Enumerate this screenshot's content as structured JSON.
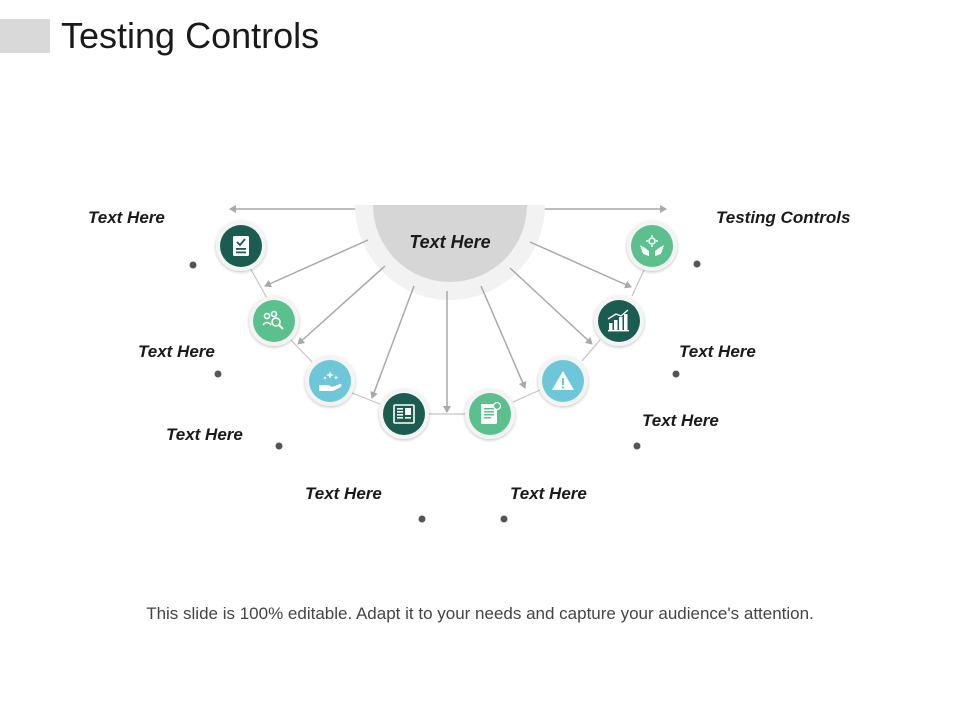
{
  "title": "Testing Controls",
  "center_label": "Text Here",
  "labels": {
    "left_1": "Text Here",
    "left_2": "Text Here",
    "left_3": "Text Here",
    "left_4": "Text Here",
    "right_1": "Testing Controls",
    "right_2": "Text Here",
    "right_3": "Text Here",
    "right_4": "Text Here"
  },
  "footer": "This slide is 100% editable. Adapt it to your needs and capture your audience's attention.",
  "nodes": [
    {
      "name": "checklist-icon",
      "color": "#1a5c50"
    },
    {
      "name": "people-search-icon",
      "color": "#5cc08e"
    },
    {
      "name": "hand-sparkle-icon",
      "color": "#6dc7d8"
    },
    {
      "name": "document-list-icon",
      "color": "#1a5c50"
    },
    {
      "name": "document-check-icon",
      "color": "#5cc08e"
    },
    {
      "name": "warning-icon",
      "color": "#6dc7d8"
    },
    {
      "name": "growth-chart-icon",
      "color": "#1a5c50"
    },
    {
      "name": "hands-gear-icon",
      "color": "#5cc08e"
    }
  ]
}
